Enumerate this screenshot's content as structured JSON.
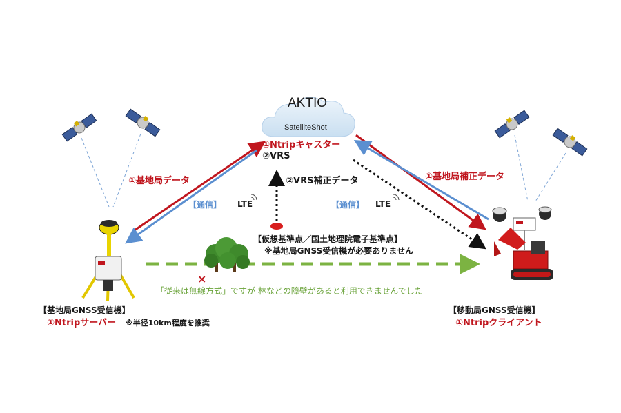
{
  "cloud": {
    "title": "AKTIO",
    "subtitle": "SatelliteShot"
  },
  "caster": {
    "line1": "①Ntripキャスター",
    "line2": "②VRS"
  },
  "left_link": {
    "data_label": "①基地局データ",
    "comm_label": "【通信】",
    "lte": "LTE"
  },
  "right_link": {
    "data_label": "①基地局補正データ",
    "comm_label": "【通信】",
    "lte": "LTE"
  },
  "vrs_label": "②VRS補正データ",
  "virtual_ref": {
    "line1": "【仮想基準点／国土地理院電子基準点】",
    "line2": "※基地局GNSS受信機が必要ありません"
  },
  "base": {
    "title": "【基地局GNSS受信機】",
    "role": "①Ntripサーバー",
    "note": "※半径10km程度を推奨"
  },
  "rover": {
    "title": "【移動局GNSS受信機】",
    "role": "①Ntripクライアント"
  },
  "radio": {
    "cross": "×",
    "note": "「従来は無線方式」ですが 林などの障壁があると利用できませんでした"
  },
  "colors": {
    "red": "#c0161e",
    "blue": "#5b8fd0",
    "green": "#7cb342",
    "text": "#1a1a1a"
  }
}
